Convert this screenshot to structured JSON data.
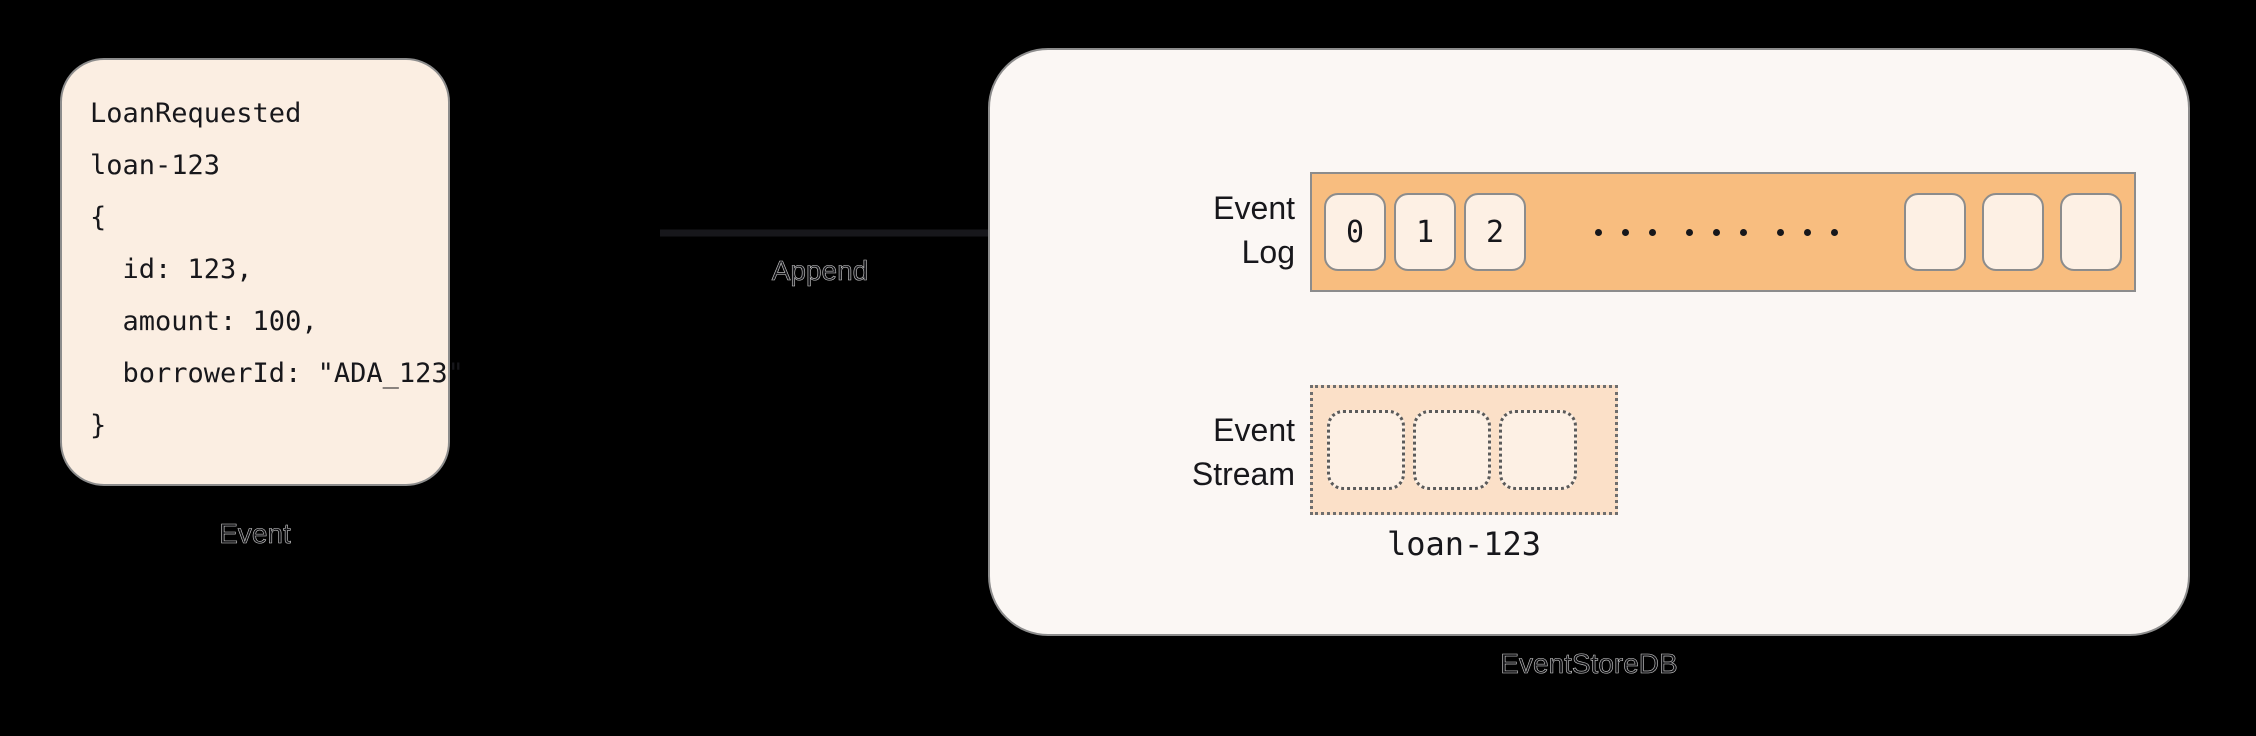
{
  "event_card": {
    "caption": "Event",
    "code": "LoanRequested\nloan-123\n{\n  id: 123,\n  amount: 100,\n  borrowerId: \"ADA_123\"\n}",
    "fill_color": "#FBEEE2",
    "border_color": "#8C8C8C"
  },
  "arrow": {
    "label": "Append"
  },
  "store": {
    "caption": "EventStoreDB",
    "fill_color": "#FBF7F4",
    "border_color": "#8C8C8C",
    "event_log": {
      "label": "Event\nLog",
      "bar_color": "#F8BD7F",
      "cell_color": "#FDF0E4",
      "cells": [
        "0",
        "1",
        "2"
      ],
      "ellipsis_groups": 3,
      "ellipsis_dots_per_group": 3,
      "empty_cells": 3
    },
    "event_stream": {
      "label": "Event\nStream",
      "box_color": "#FBE0C8",
      "cell_color": "#FDF0E4",
      "cells": 3,
      "caption": "loan-123"
    }
  }
}
